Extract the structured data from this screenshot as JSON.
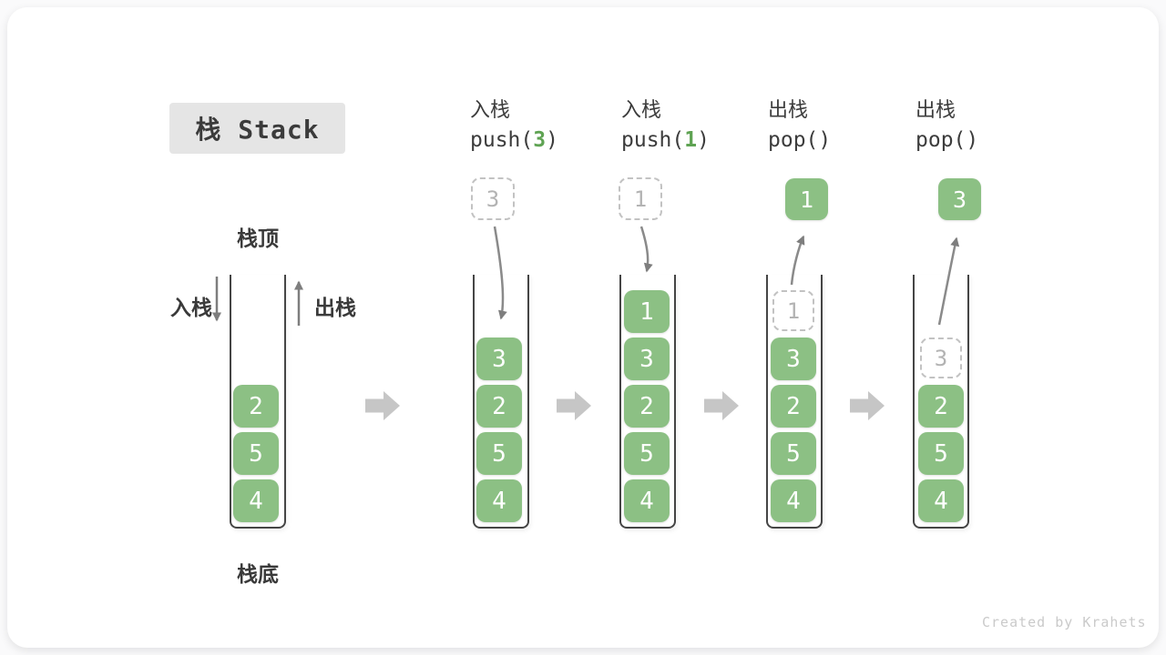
{
  "title": {
    "text": "栈 Stack"
  },
  "stack_labels": {
    "top": "栈顶",
    "bottom": "栈底",
    "push_side": "入栈",
    "pop_side": "出栈"
  },
  "columns": [
    {
      "name": "initial-stack",
      "elements": [
        2,
        5,
        4
      ]
    },
    {
      "name": "push-3",
      "op": {
        "cjk": "入栈",
        "code_pre": "push(",
        "code_num": "3",
        "code_post": ")"
      },
      "incoming": {
        "value": 3
      },
      "elements": [
        3,
        2,
        5,
        4
      ]
    },
    {
      "name": "push-1",
      "op": {
        "cjk": "入栈",
        "code_pre": "push(",
        "code_num": "1",
        "code_post": ")"
      },
      "incoming": {
        "value": 1
      },
      "elements": [
        1,
        3,
        2,
        5,
        4
      ]
    },
    {
      "name": "pop-first",
      "op": {
        "cjk": "出栈",
        "code_pre": "pop(",
        "code_num": "",
        "code_post": ")"
      },
      "outgoing": {
        "value": 1
      },
      "ghost": {
        "value": 1
      },
      "elements": [
        3,
        2,
        5,
        4
      ]
    },
    {
      "name": "pop-second",
      "op": {
        "cjk": "出栈",
        "code_pre": "pop(",
        "code_num": "",
        "code_post": ")"
      },
      "outgoing": {
        "value": 3
      },
      "ghost": {
        "value": 3
      },
      "elements": [
        2,
        5,
        4
      ]
    }
  ],
  "watermark": "Created by Krahets",
  "colors": {
    "element_green": "#8CC084",
    "code_number_green": "#5FA353",
    "arrow_gray": "#8A8A8A",
    "block_arrow_gray": "#C6C6C6",
    "title_bg": "#E5E5E5",
    "text_dark": "#3C3C3C",
    "ghost_border": "#C2C2C2",
    "ghost_text": "#B3B3B3"
  }
}
